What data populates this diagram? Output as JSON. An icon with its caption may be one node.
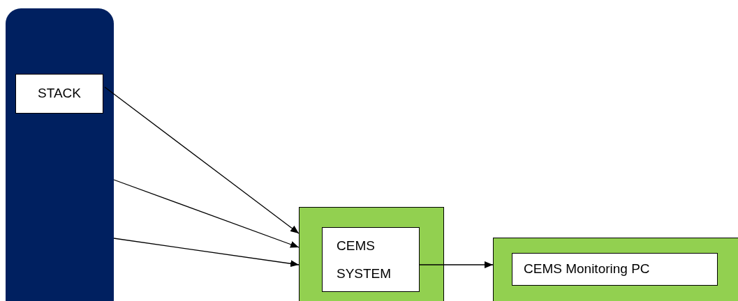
{
  "diagram": {
    "nodes": [
      {
        "text": [],
        "shape": "box"
      },
      {
        "text": [
          "STACK"
        ],
        "in": 0
      },
      {
        "text": [],
        "shape": "box"
      },
      {
        "text": [
          "CEMS SYSTEM"
        ],
        "in": 2
      },
      {
        "text": [],
        "shape": "box"
      },
      {
        "text": [
          "CEMS Monitoring PC"
        ],
        "in": 4
      }
    ],
    "edges": [
      {
        "from": 1,
        "to": 2,
        "arrow": "to"
      },
      {
        "from": 0,
        "to": 2,
        "arrow": "to"
      },
      {
        "from": 0,
        "to": 2,
        "arrow": "to"
      },
      {
        "from": 3,
        "to": 4,
        "arrow": "to"
      }
    ]
  }
}
